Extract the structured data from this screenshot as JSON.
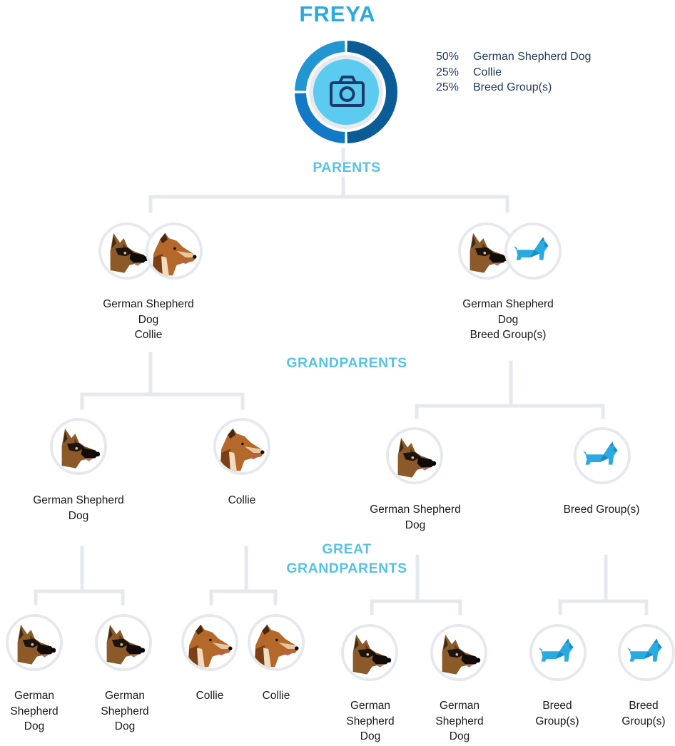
{
  "dog": {
    "name": "FREYA"
  },
  "breakdown": [
    {
      "percent": "50%",
      "breed": "German Shepherd Dog"
    },
    {
      "percent": "25%",
      "breed": "Collie"
    },
    {
      "percent": "25%",
      "breed": "Breed Group(s)"
    }
  ],
  "ring_percents": [
    50,
    25,
    25
  ],
  "colors": {
    "title": "#29abe2",
    "section": "#56c2e8",
    "ring_dark": "#0b5c96",
    "ring_mid": "#1179c6",
    "ring_light": "#2296d3",
    "inner": "#5ccbf0",
    "connector": "#e6e8ee",
    "generic_dog": "#29abe2"
  },
  "sections": {
    "parents": "PARENTS",
    "grandparents": "GRANDPARENTS",
    "great_grandparents": [
      "GREAT",
      "GRANDPARENTS"
    ]
  },
  "icons": {
    "center": "camera-icon",
    "gsd": "german-shepherd-portrait",
    "collie": "collie-portrait",
    "generic": "origami-dog-icon"
  },
  "parents": [
    {
      "icons": [
        "gsd",
        "collie"
      ],
      "label": [
        "German Shepherd",
        "Dog",
        "Collie"
      ]
    },
    {
      "icons": [
        "gsd",
        "generic"
      ],
      "label": [
        "German Shepherd",
        "Dog",
        "Breed Group(s)"
      ]
    }
  ],
  "grandparents": [
    {
      "icon": "gsd",
      "label": [
        "German Shepherd",
        "Dog"
      ]
    },
    {
      "icon": "collie",
      "label": [
        "Collie"
      ]
    },
    {
      "icon": "gsd",
      "label": [
        "German Shepherd",
        "Dog"
      ]
    },
    {
      "icon": "generic",
      "label": [
        "Breed Group(s)"
      ]
    }
  ],
  "great_grandparents": [
    {
      "icon": "gsd",
      "label": [
        "German",
        "Shepherd",
        "Dog"
      ]
    },
    {
      "icon": "gsd",
      "label": [
        "German",
        "Shepherd",
        "Dog"
      ]
    },
    {
      "icon": "collie",
      "label": [
        "Collie"
      ]
    },
    {
      "icon": "collie",
      "label": [
        "Collie"
      ]
    },
    {
      "icon": "gsd",
      "label": [
        "German",
        "Shepherd",
        "Dog"
      ]
    },
    {
      "icon": "gsd",
      "label": [
        "German",
        "Shepherd",
        "Dog"
      ]
    },
    {
      "icon": "generic",
      "label": [
        "Breed",
        "Group(s)"
      ]
    },
    {
      "icon": "generic",
      "label": [
        "Breed",
        "Group(s)"
      ]
    }
  ]
}
